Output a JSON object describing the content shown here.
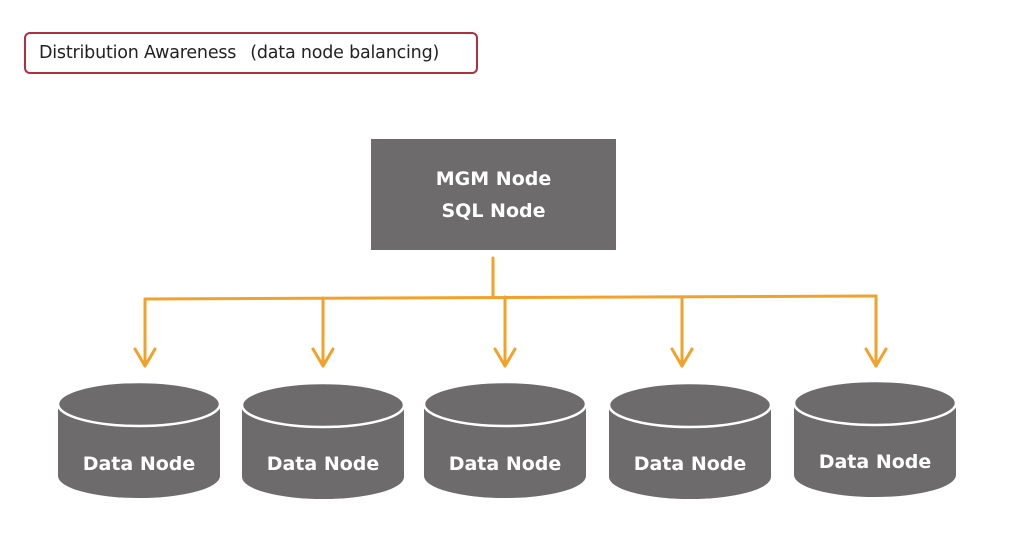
{
  "title": {
    "part1": "Distribution Awareness",
    "part2": "(data node balancing)"
  },
  "mgm_node": {
    "line1": "MGM Node",
    "line2": "SQL Node"
  },
  "data_nodes": [
    {
      "label": "Data Node"
    },
    {
      "label": "Data Node"
    },
    {
      "label": "Data Node"
    },
    {
      "label": "Data Node"
    },
    {
      "label": "Data Node"
    }
  ],
  "colors": {
    "frame_border": "#b03040",
    "node_fill": "#6d6b6b",
    "node_outline": "#ffffff",
    "connector": "#f2a22a",
    "text_on_node": "#ffffff"
  }
}
